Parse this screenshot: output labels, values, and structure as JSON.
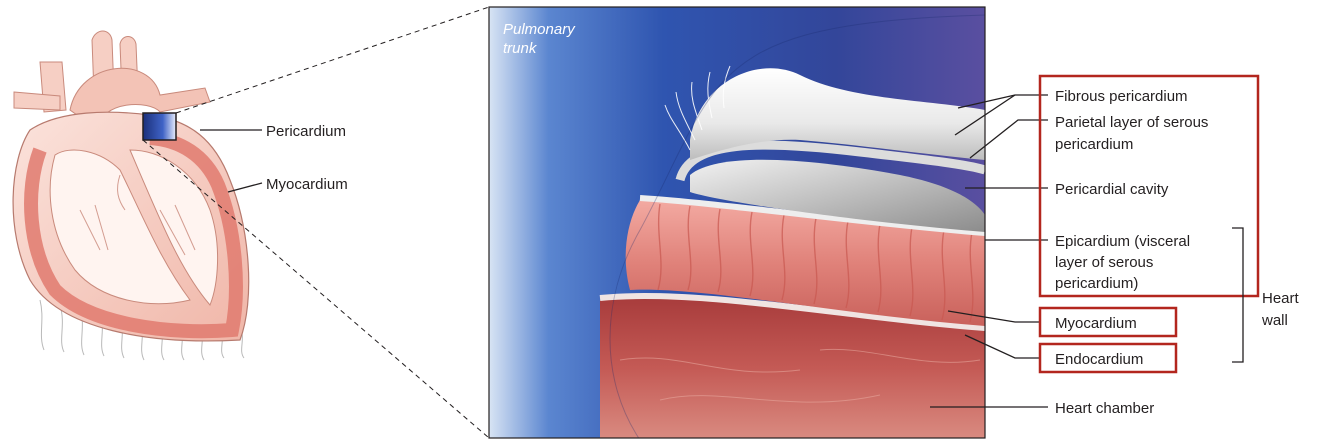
{
  "overview": {
    "pericardium": "Pericardium",
    "myocardium": "Myocardium"
  },
  "detail": {
    "pulmonary_trunk": [
      "Pulmonary",
      "trunk"
    ]
  },
  "labels": {
    "fibrous": "Fibrous pericardium",
    "parietal": [
      "Parietal layer of serous",
      "pericardium"
    ],
    "cavity": "Pericardial cavity",
    "epicardium": [
      "Epicardium (visceral",
      "layer of serous",
      "pericardium)"
    ],
    "myocardium": "Myocardium",
    "endocardium": "Endocardium",
    "heart_wall": [
      "Heart",
      "wall"
    ],
    "heart_chamber": "Heart chamber"
  },
  "colors": {
    "highlight_box": "#b3261e",
    "myocardium_tissue": "#e0827a",
    "pericardium_tissue": "#eeeeee",
    "vessel_blue": "#2f55b0"
  }
}
